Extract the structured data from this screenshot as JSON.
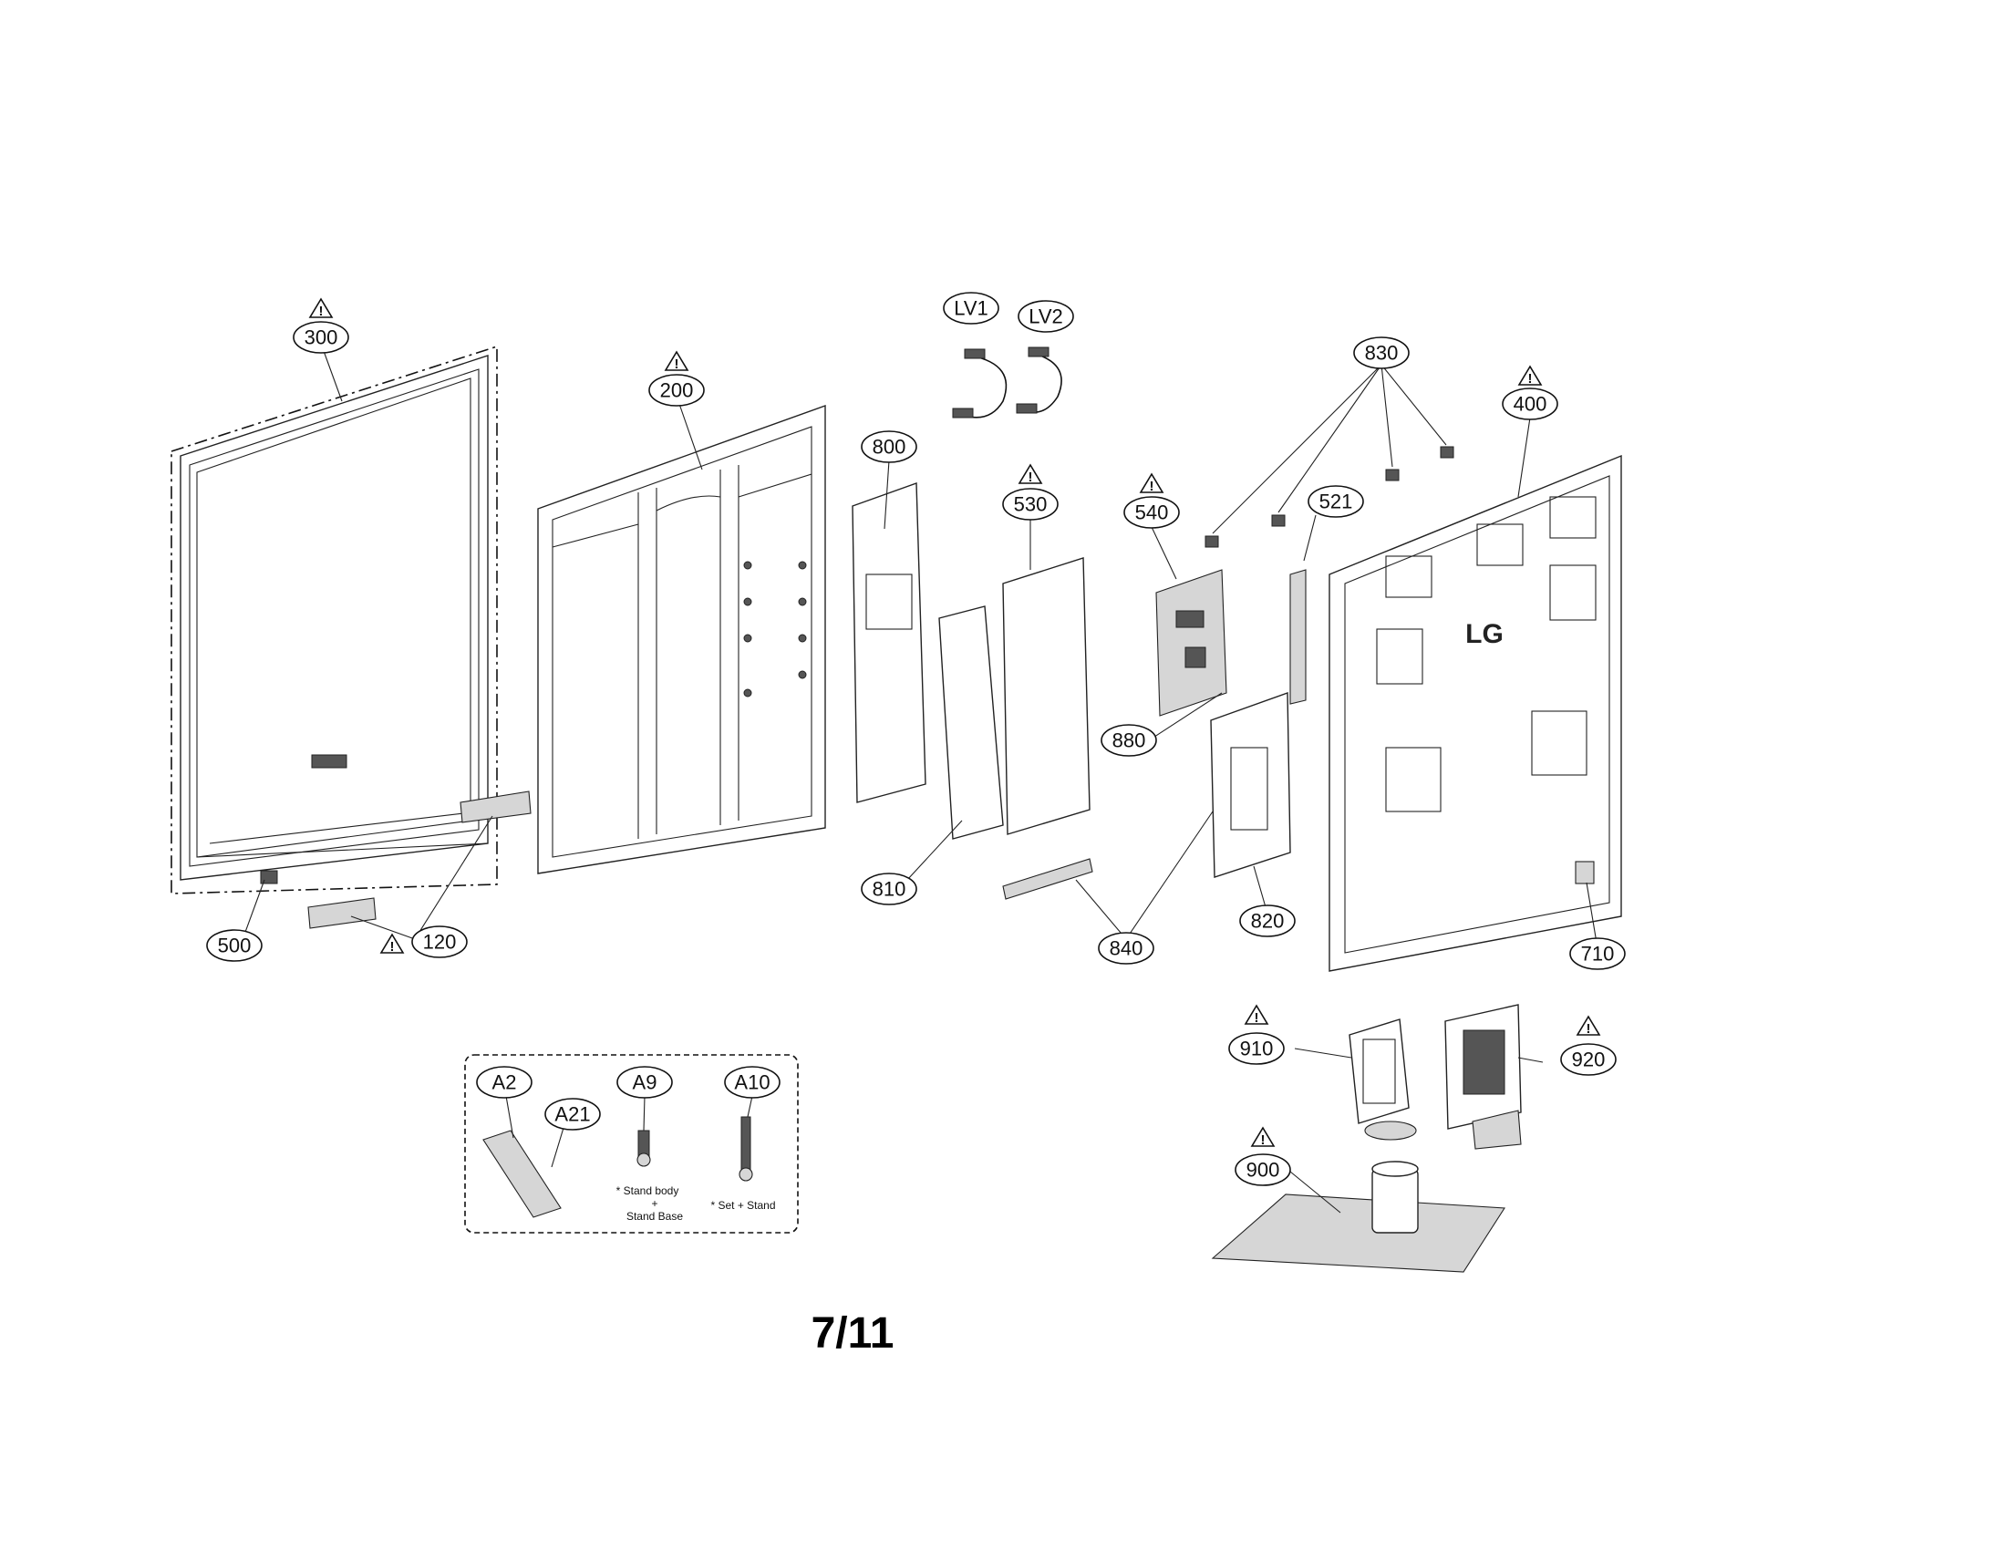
{
  "page": {
    "number": "7/11"
  },
  "callouts": [
    {
      "id": "300",
      "label": "300",
      "warning": true
    },
    {
      "id": "200",
      "label": "200",
      "warning": true
    },
    {
      "id": "lv1",
      "label": "LV1",
      "warning": false
    },
    {
      "id": "lv2",
      "label": "LV2",
      "warning": false
    },
    {
      "id": "800",
      "label": "800",
      "warning": false
    },
    {
      "id": "530",
      "label": "530",
      "warning": true
    },
    {
      "id": "540",
      "label": "540",
      "warning": true
    },
    {
      "id": "521",
      "label": "521",
      "warning": false
    },
    {
      "id": "830",
      "label": "830",
      "warning": false
    },
    {
      "id": "400",
      "label": "400",
      "warning": true
    },
    {
      "id": "880",
      "label": "880",
      "warning": false
    },
    {
      "id": "810",
      "label": "810",
      "warning": false
    },
    {
      "id": "820",
      "label": "820",
      "warning": false
    },
    {
      "id": "840",
      "label": "840",
      "warning": false
    },
    {
      "id": "710",
      "label": "710",
      "warning": false
    },
    {
      "id": "500",
      "label": "500",
      "warning": false
    },
    {
      "id": "120",
      "label": "120",
      "warning": true
    },
    {
      "id": "910",
      "label": "910",
      "warning": true
    },
    {
      "id": "920",
      "label": "920",
      "warning": true
    },
    {
      "id": "900",
      "label": "900",
      "warning": true
    },
    {
      "id": "a2",
      "label": "A2",
      "warning": false
    },
    {
      "id": "a21",
      "label": "A21",
      "warning": false
    },
    {
      "id": "a9",
      "label": "A9",
      "warning": false
    },
    {
      "id": "a10",
      "label": "A10",
      "warning": false
    }
  ],
  "screw_notes": {
    "a9_line1": "* Stand body",
    "a9_line2": "+",
    "a9_line3": "Stand Base",
    "a10_line1": "* Set + Stand"
  },
  "logo": {
    "text": "LG"
  },
  "warning_symbol": "!"
}
